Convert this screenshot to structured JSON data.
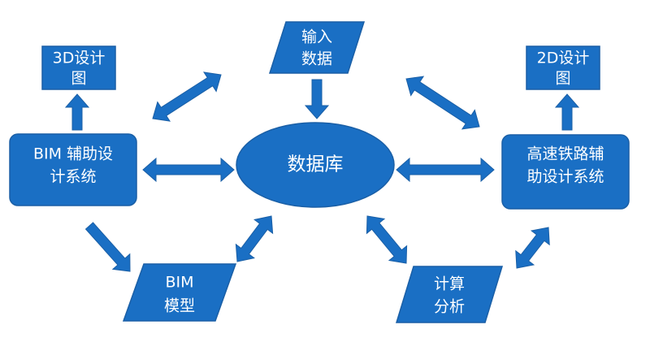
{
  "nodes": {
    "input_data": [
      "输入",
      "数据"
    ],
    "database": [
      "数据库"
    ],
    "bim_system": [
      "BIM 辅助设",
      "计系统"
    ],
    "hsr_system": [
      "高速铁路辅",
      "助设计系统"
    ],
    "design_3d": [
      "3D设计",
      "图"
    ],
    "design_2d": [
      "2D设计",
      "图"
    ],
    "bim_model": [
      "BIM",
      "模型"
    ],
    "calc_analysis": [
      "计算",
      "分析"
    ]
  },
  "colors": {
    "node_fill": "#1a6fc4",
    "node_stroke": "#1a5fa6",
    "text": "#ffffff",
    "background": "#ffffff"
  }
}
